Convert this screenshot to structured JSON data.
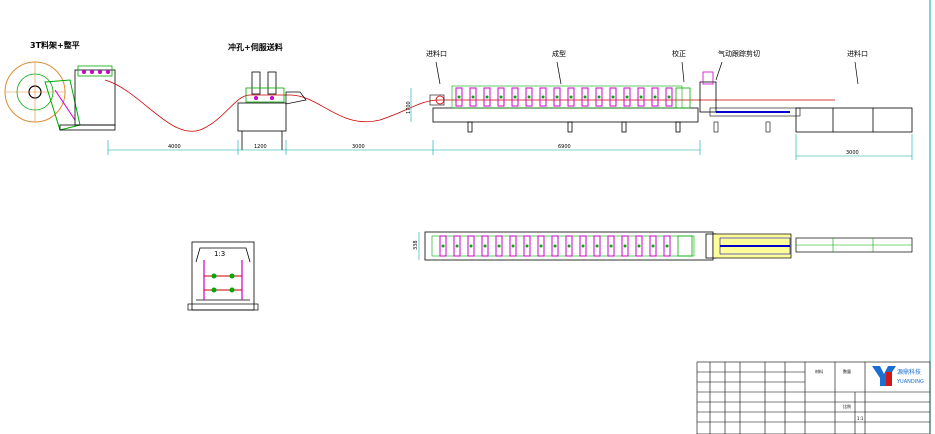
{
  "labels": {
    "uncoiler": "3T料架+整平",
    "punch": "冲孔+伺服送料",
    "infeed_left": "进料口",
    "forming": "成型",
    "straighten": "校正",
    "cutting": "气动跟踪剪切",
    "infeed_right": "进料口"
  },
  "dimensions": {
    "d1": "4000",
    "d2": "1200",
    "d3": "3000",
    "d4": "6900",
    "d5": "3000",
    "height1": "1700",
    "width1": "338"
  },
  "detail": {
    "scale": "1:3"
  },
  "title_block": {
    "material": "材料",
    "quantity": "数量",
    "ratio": "比例",
    "scale_val": "1:1",
    "company_cn": "源鼎科技",
    "company_en": "YUANDING"
  },
  "colors": {
    "dim_line": "#00a8a8",
    "strip": "#cc0000",
    "roller": "#cc00cc",
    "green": "#00aa00",
    "blue": "#0000cc",
    "logo_blue": "#1a6fd1",
    "logo_red": "#d01818"
  }
}
